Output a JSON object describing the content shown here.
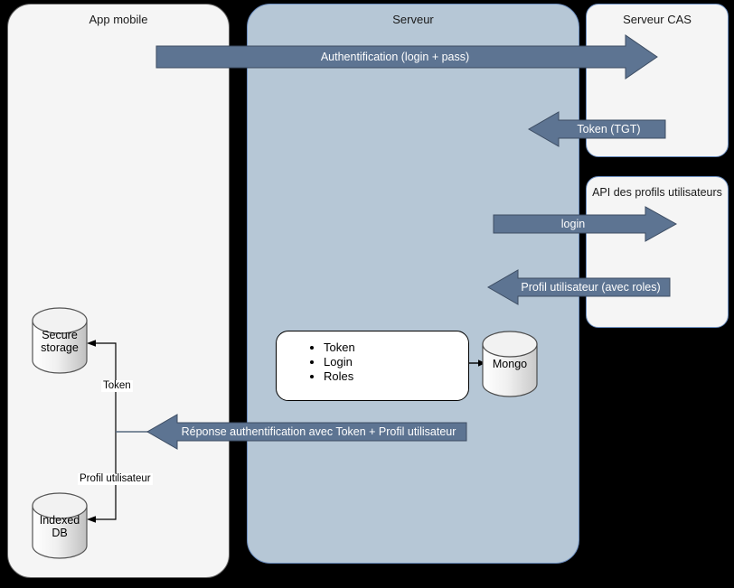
{
  "diagram": {
    "type": "sequence-architecture-diagram",
    "background_color": "#000000",
    "lanes": [
      {
        "id": "app-mobile",
        "title": "App mobile",
        "fill": "#f5f5f5"
      },
      {
        "id": "serveur",
        "title": "Serveur",
        "fill": "#b6c7d6"
      },
      {
        "id": "serveur-cas",
        "title": "Serveur CAS",
        "fill": "#f5f5f5"
      },
      {
        "id": "api-profils",
        "title": "API des profils utilisateurs",
        "fill": "#f5f5f5"
      }
    ],
    "arrows": [
      {
        "id": "authentification",
        "label": "Authentification (login + pass)",
        "direction": "right",
        "from": "app-mobile",
        "to": "serveur-cas",
        "fill": "#5d7492"
      },
      {
        "id": "token-tgt",
        "label": "Token (TGT)",
        "direction": "left",
        "from": "serveur-cas",
        "to": "serveur",
        "fill": "#5d7492"
      },
      {
        "id": "login",
        "label": "login",
        "direction": "right",
        "from": "serveur",
        "to": "api-profils",
        "fill": "#5d7492"
      },
      {
        "id": "profil-utilisateur-roles",
        "label": "Profil utilisateur (avec roles)",
        "direction": "left",
        "from": "api-profils",
        "to": "serveur",
        "fill": "#5d7492"
      },
      {
        "id": "reponse-authentification",
        "label": "Réponse authentification avec Token + Profil utilisateur",
        "direction": "left",
        "from": "serveur",
        "to": "app-mobile",
        "fill": "#5d7492"
      }
    ],
    "payload_box": {
      "id": "payload-box",
      "items": [
        "Token",
        "Login",
        "Roles"
      ]
    },
    "datastores": [
      {
        "id": "secure-storage",
        "label_line1": "Secure",
        "label_line2": "storage",
        "lane": "app-mobile"
      },
      {
        "id": "indexed-db",
        "label_line1": "Indexed",
        "label_line2": "DB",
        "lane": "app-mobile"
      },
      {
        "id": "mongo",
        "label_line1": "Mongo",
        "label_line2": "",
        "lane": "serveur"
      }
    ],
    "connector_labels": [
      {
        "id": "connector-token",
        "text": "Token"
      },
      {
        "id": "connector-profil-utilisateur",
        "text": "Profil utilisateur"
      }
    ]
  }
}
